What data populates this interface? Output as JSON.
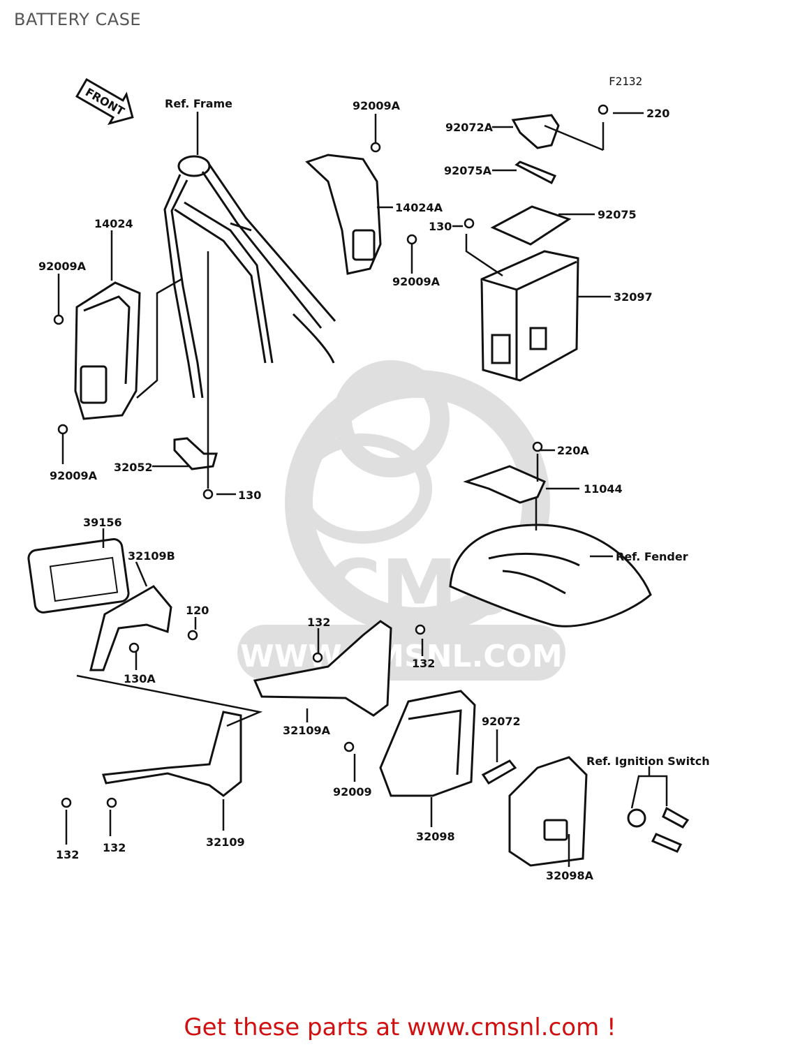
{
  "title": "BATTERY CASE",
  "figure_code": "F2132",
  "front_label": "FRONT",
  "watermark": {
    "brand": "CMS",
    "url": "WWW.CMSNL.COM"
  },
  "labels": {
    "ref_frame": "Ref. Frame",
    "p92009A_top": "92009A",
    "p14024A": "14024A",
    "p92009A_mid": "92009A",
    "p14024": "14024",
    "p92009A_left": "92009A",
    "p92009A_low": "92009A",
    "p32052": "32052",
    "p130_low": "130",
    "p220": "220",
    "p92072A": "92072A",
    "p92075A": "92075A",
    "p92075": "92075",
    "p130_top": "130",
    "p32097": "32097",
    "p220A": "220A",
    "p11044": "11044",
    "ref_fender": "Ref. Fender",
    "p39156": "39156",
    "p32109B": "32109B",
    "p120": "120",
    "p130A": "130A",
    "p132_a": "132",
    "p132_b": "132",
    "p32109A": "32109A",
    "p92072": "92072",
    "ref_ignition": "Ref. Ignition Switch",
    "p92009": "92009",
    "p32098": "32098",
    "p32098A": "32098A",
    "p132_c": "132",
    "p132_d": "132",
    "p32109": "32109"
  },
  "footer": "Get these parts at www.cmsnl.com !"
}
